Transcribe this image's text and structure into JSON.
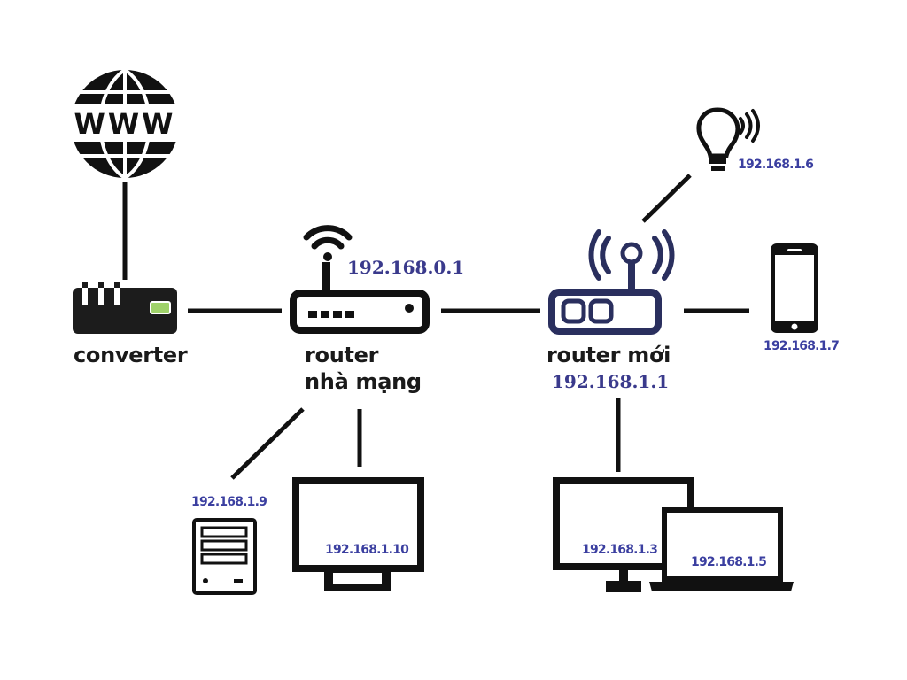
{
  "devices": {
    "internet": {
      "icon": "globe-www-icon",
      "text": "WWW"
    },
    "converter": {
      "label": "converter",
      "icon": "converter-icon"
    },
    "isp_router": {
      "label_line1": "router",
      "label_line2": "nhà mạng",
      "ip": "192.168.0.1",
      "icon": "router-icon"
    },
    "new_router": {
      "label": "router mới",
      "ip": "192.168.1.1",
      "icon": "router-icon"
    },
    "bulb": {
      "ip": "192.168.1.6",
      "icon": "light-bulb-icon"
    },
    "phone": {
      "ip": "192.168.1.7",
      "icon": "smartphone-icon"
    },
    "nas": {
      "ip": "192.168.1.9",
      "icon": "server-tower-icon"
    },
    "tv": {
      "ip": "192.168.1.10",
      "icon": "monitor-icon"
    },
    "desktop": {
      "ip": "192.168.1.3",
      "icon": "desktop-monitor-icon"
    },
    "laptop": {
      "ip": "192.168.1.5",
      "icon": "laptop-icon"
    }
  },
  "colors": {
    "line": "#111111",
    "ip_text": "#3b3fa0",
    "router_new": "#2a2f5e",
    "led": "#9fd26a"
  }
}
